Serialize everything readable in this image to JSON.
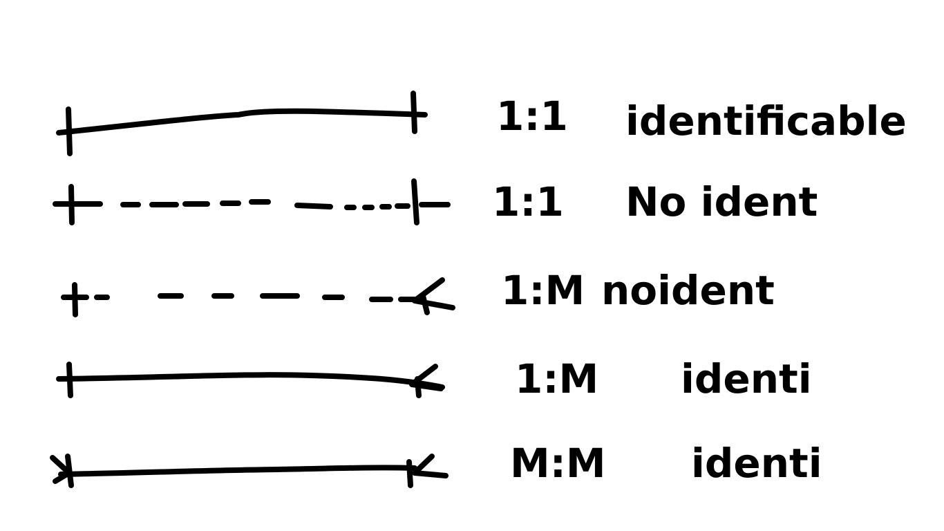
{
  "ink_color": "#000000",
  "background_color": "#ffffff",
  "rows": [
    {
      "line_style": "solid",
      "left_end": "one",
      "right_end": "one",
      "cardinality": "1:1",
      "description": "identificable"
    },
    {
      "line_style": "dashed",
      "left_end": "one",
      "right_end": "one",
      "cardinality": "1:1",
      "description": "No ident"
    },
    {
      "line_style": "dashed",
      "left_end": "one",
      "right_end": "many",
      "cardinality": "1:M",
      "description": "noident"
    },
    {
      "line_style": "solid",
      "left_end": "one",
      "right_end": "many",
      "cardinality": "1:M",
      "description": "identi"
    },
    {
      "line_style": "solid",
      "left_end": "many",
      "right_end": "many",
      "cardinality": "M:M",
      "description": "identi"
    }
  ]
}
